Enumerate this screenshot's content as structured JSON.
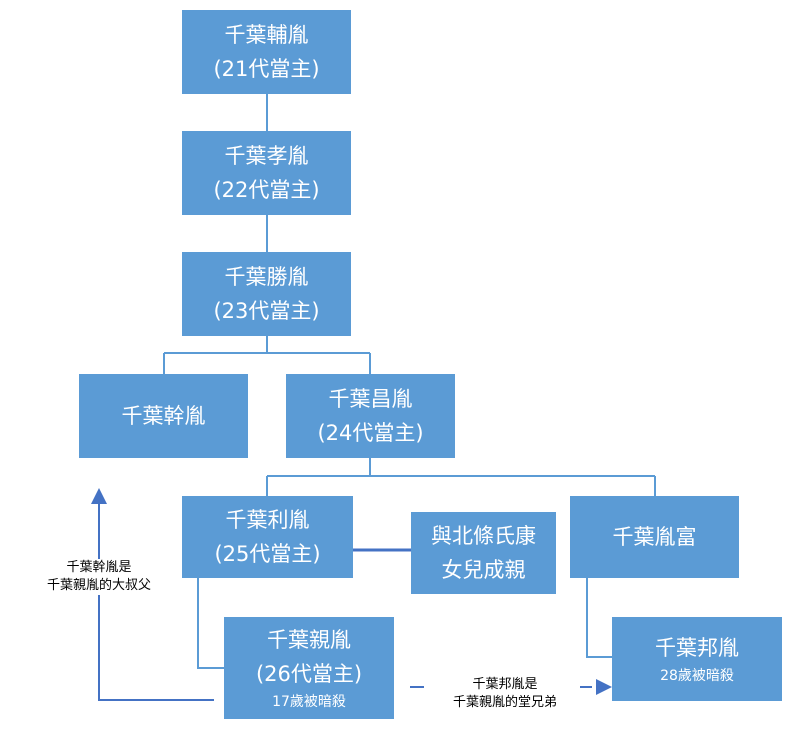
{
  "nodes": {
    "fusatane": {
      "name": "千葉輔胤",
      "gen": "(21代當主)"
    },
    "takatane": {
      "name": "千葉孝胤",
      "gen": "(22代當主)"
    },
    "katsutane": {
      "name": "千葉勝胤",
      "gen": "(23代當主)"
    },
    "mototane": {
      "name": "千葉幹胤"
    },
    "masatane": {
      "name": "千葉昌胤",
      "gen": "(24代當主)"
    },
    "toshitane": {
      "name": "千葉利胤",
      "gen": "(25代當主)"
    },
    "wife": {
      "line1": "與北條氏康",
      "line2": "女兒成親"
    },
    "tanetomi": {
      "name": "千葉胤富"
    },
    "chikatane": {
      "name": "千葉親胤",
      "gen": "(26代當主)",
      "note": "17歲被暗殺"
    },
    "kunitane": {
      "name": "千葉邦胤",
      "note": "28歲被暗殺"
    }
  },
  "annotations": {
    "left": {
      "line1": "千葉幹胤是",
      "line2": "千葉親胤的大叔父"
    },
    "bottom": {
      "line1": "千葉邦胤是",
      "line2": "千葉親胤的堂兄弟"
    }
  },
  "colors": {
    "box": "#5b9bd5",
    "connector": "#5b9bd5",
    "arrow": "#4472c4",
    "text": "#ffffff"
  }
}
